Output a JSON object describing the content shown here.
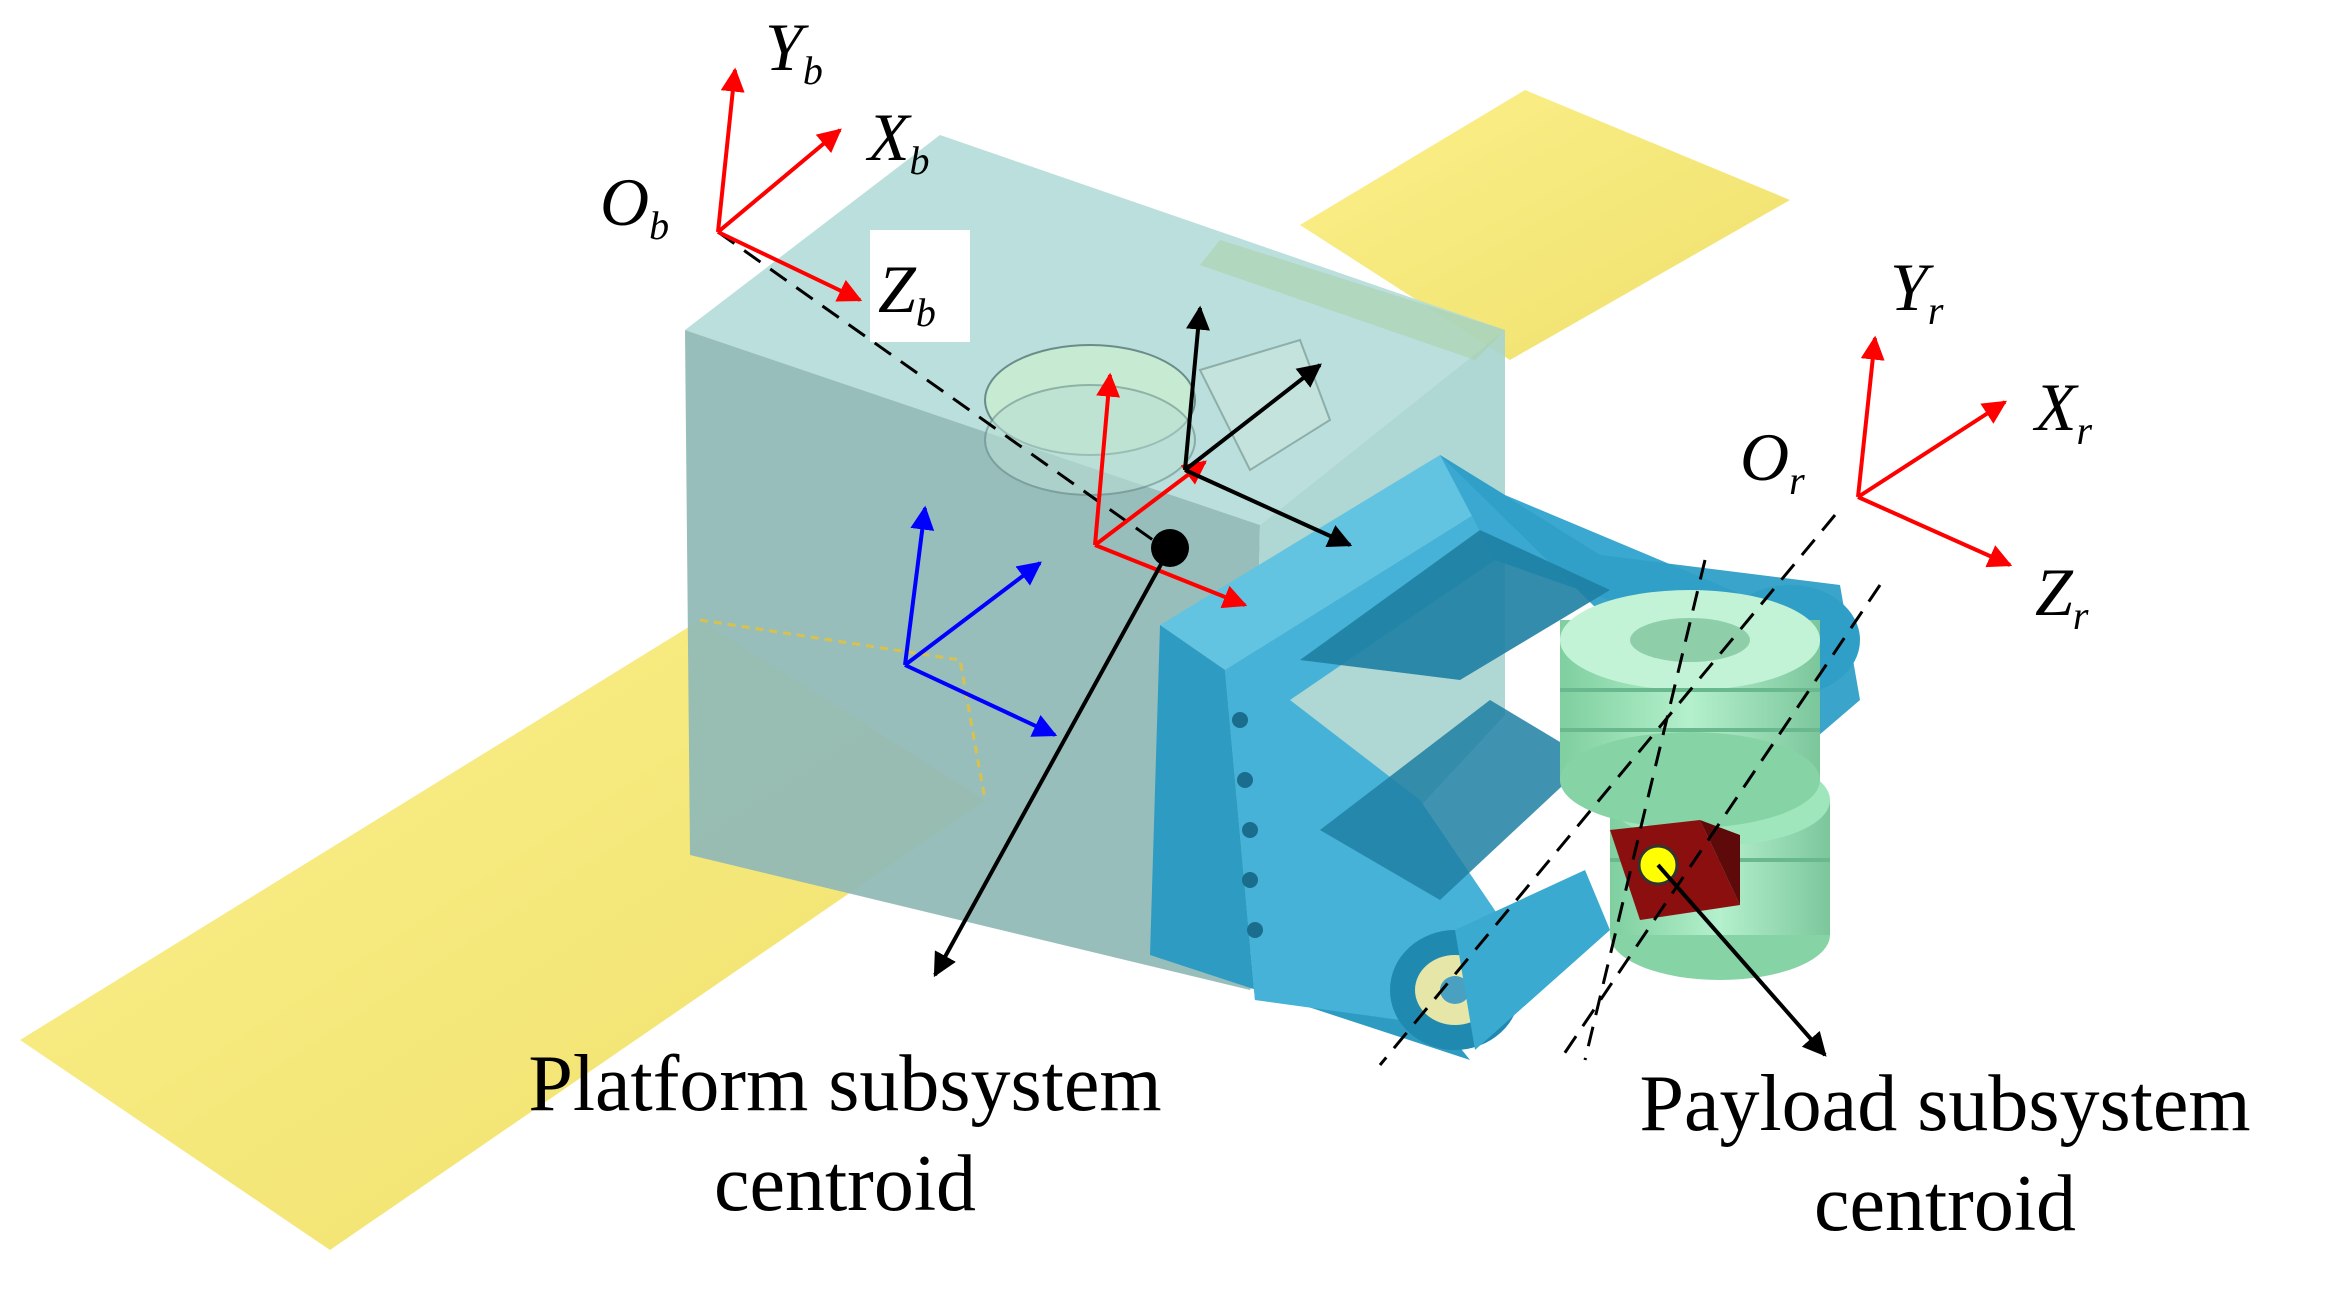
{
  "labels": {
    "platform_line1": "Platform subsystem",
    "platform_line2": "centroid",
    "payload_line1": "Payload subsystem",
    "payload_line2": "centroid"
  },
  "body_frame": {
    "origin": "O",
    "origin_sub": "b",
    "x": "X",
    "x_sub": "b",
    "y": "Y",
    "y_sub": "b",
    "z": "Z",
    "z_sub": "b"
  },
  "payload_frame": {
    "origin": "O",
    "origin_sub": "r",
    "x": "X",
    "x_sub": "r",
    "y": "Y",
    "y_sub": "r",
    "z": "Z",
    "z_sub": "r"
  },
  "colors": {
    "solar_panel": "#f3e57a",
    "platform_box": "#9fcfcb",
    "bracket": "#39aacd",
    "payload_motor": "#9fe6bd",
    "payload_core": "#8b0f0f",
    "body_axes": "#ff0000",
    "frame_axes_blue": "#0000ff",
    "frame_axes_black": "#000000",
    "payload_centroid_dot": "#ffff00"
  }
}
